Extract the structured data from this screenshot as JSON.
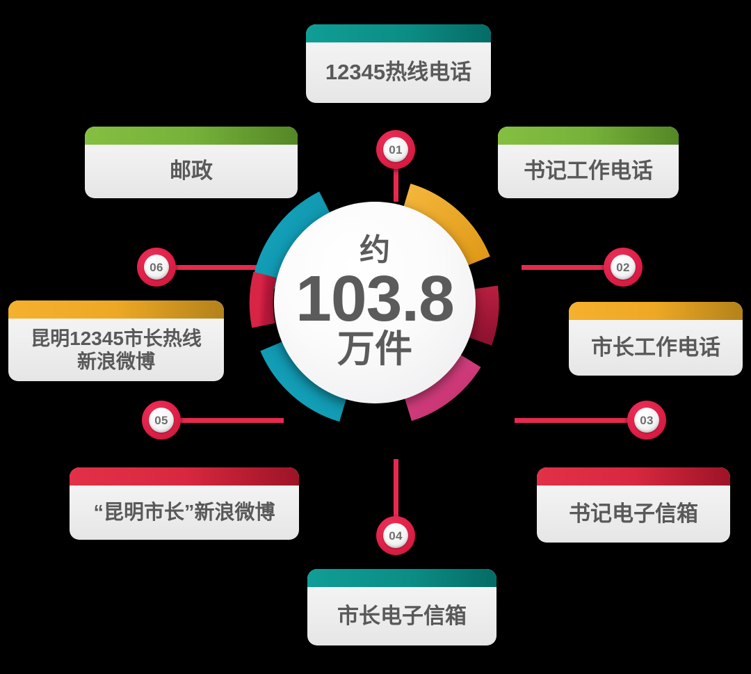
{
  "center": {
    "approx_label": "约",
    "value": "103.8",
    "unit": "万件",
    "arcs": [
      {
        "name": "arc-teal-topleft",
        "color": "#0f9ab4"
      },
      {
        "name": "arc-gold-topright",
        "color": "#eeab2a"
      },
      {
        "name": "arc-darkred-right",
        "color": "#a8183a"
      },
      {
        "name": "arc-pink-bottomright",
        "color": "#d93a7e"
      },
      {
        "name": "arc-teal-bottomleft",
        "color": "#0f9ab4"
      },
      {
        "name": "arc-crimson-left",
        "color": "#d2203f"
      }
    ]
  },
  "accent_color": "#e8294f",
  "nodes": [
    {
      "id": "01",
      "label": "12345热线电话",
      "bar_color_key": "teal",
      "bar_color": "#0b8d85",
      "position": "top"
    },
    {
      "id": "02",
      "label": "书记工作电话",
      "bar_color_key": "green",
      "bar_color": "#76b23a",
      "position": "top-right"
    },
    {
      "id": "03",
      "label": "市长工作电话",
      "bar_color_key": "gold",
      "bar_color": "#eda824",
      "position": "right"
    },
    {
      "id": "04",
      "label": "书记电子信箱",
      "bar_color_key": "red",
      "bar_color": "#d8283f",
      "position": "bottom-right"
    },
    {
      "id": "05",
      "label": "市长电子信箱",
      "bar_color_key": "teal",
      "bar_color": "#0b8d85",
      "position": "bottom"
    },
    {
      "id": "06",
      "label": "“昆明市长”新浪微博",
      "bar_color_key": "red",
      "bar_color": "#d8283f",
      "position": "bottom-left"
    },
    {
      "id": "07",
      "label": "昆明12345市长热线\n新浪微博",
      "bar_color_key": "gold",
      "bar_color": "#eda824",
      "position": "left"
    },
    {
      "id": "08",
      "label": "邮政",
      "bar_color_key": "green",
      "bar_color": "#76b23a",
      "position": "top-left"
    }
  ],
  "badges": [
    {
      "num": "01",
      "position": "top"
    },
    {
      "num": "02",
      "position": "right-upper"
    },
    {
      "num": "03",
      "position": "right-lower"
    },
    {
      "num": "04",
      "position": "bottom"
    },
    {
      "num": "05",
      "position": "left-lower"
    },
    {
      "num": "06",
      "position": "left-upper"
    }
  ]
}
